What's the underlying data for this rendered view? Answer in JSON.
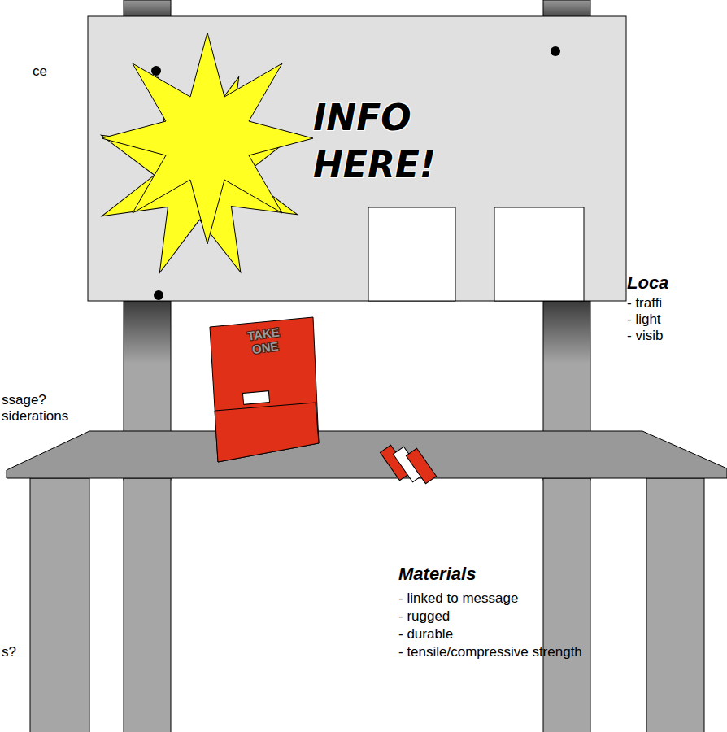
{
  "diagram": {
    "nodes": [
      {
        "text": [
          "INFO HERE!"
        ]
      },
      {
        "text": [
          "TAKE ONE"
        ]
      }
    ],
    "labels": [
      "ce",
      "ssage?",
      "siderations",
      "s?",
      "Loca",
      "- traffi",
      "- light",
      "- visib",
      "Materials",
      "- linked to message",
      "- rugged",
      "- durable",
      "- tensile/compressive strength"
    ]
  }
}
